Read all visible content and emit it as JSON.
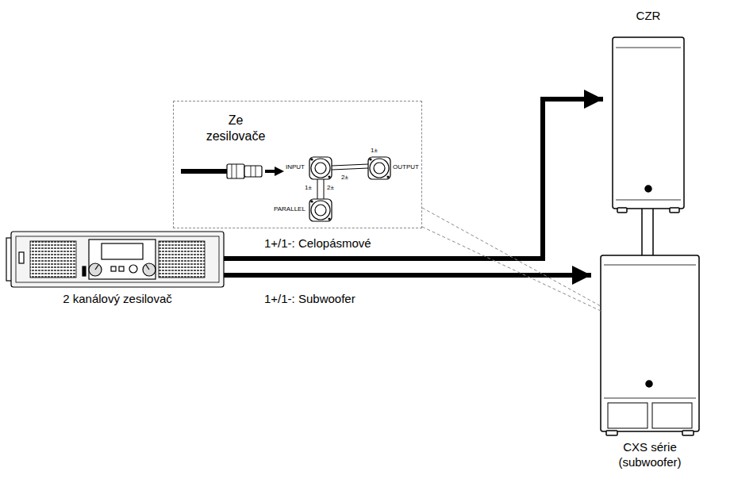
{
  "diagram": {
    "nodes": [
      {
        "text": [
          "CZR"
        ]
      },
      {
        "text": [
          "Ze zesilovače"
        ]
      },
      {
        "text": [
          "2 kanálový zesilovač"
        ]
      },
      {
        "text": [
          "CXS série (subwoofer)"
        ]
      }
    ],
    "edges": [
      {
        "from": 2,
        "to": 0,
        "arrow": "to",
        "label": "1+/1-: Celopásmové"
      },
      {
        "from": 2,
        "to": 3,
        "arrow": "to",
        "label": "1+/1-: Subwoofer"
      },
      {
        "from": 1,
        "to": 3,
        "arrow": "none"
      },
      {
        "from": 1,
        "to": 3,
        "arrow": "none"
      }
    ],
    "labels": [
      "INPUT",
      "OUTPUT",
      "PARALLEL",
      "1±",
      "2±",
      "1±",
      "2±"
    ]
  }
}
